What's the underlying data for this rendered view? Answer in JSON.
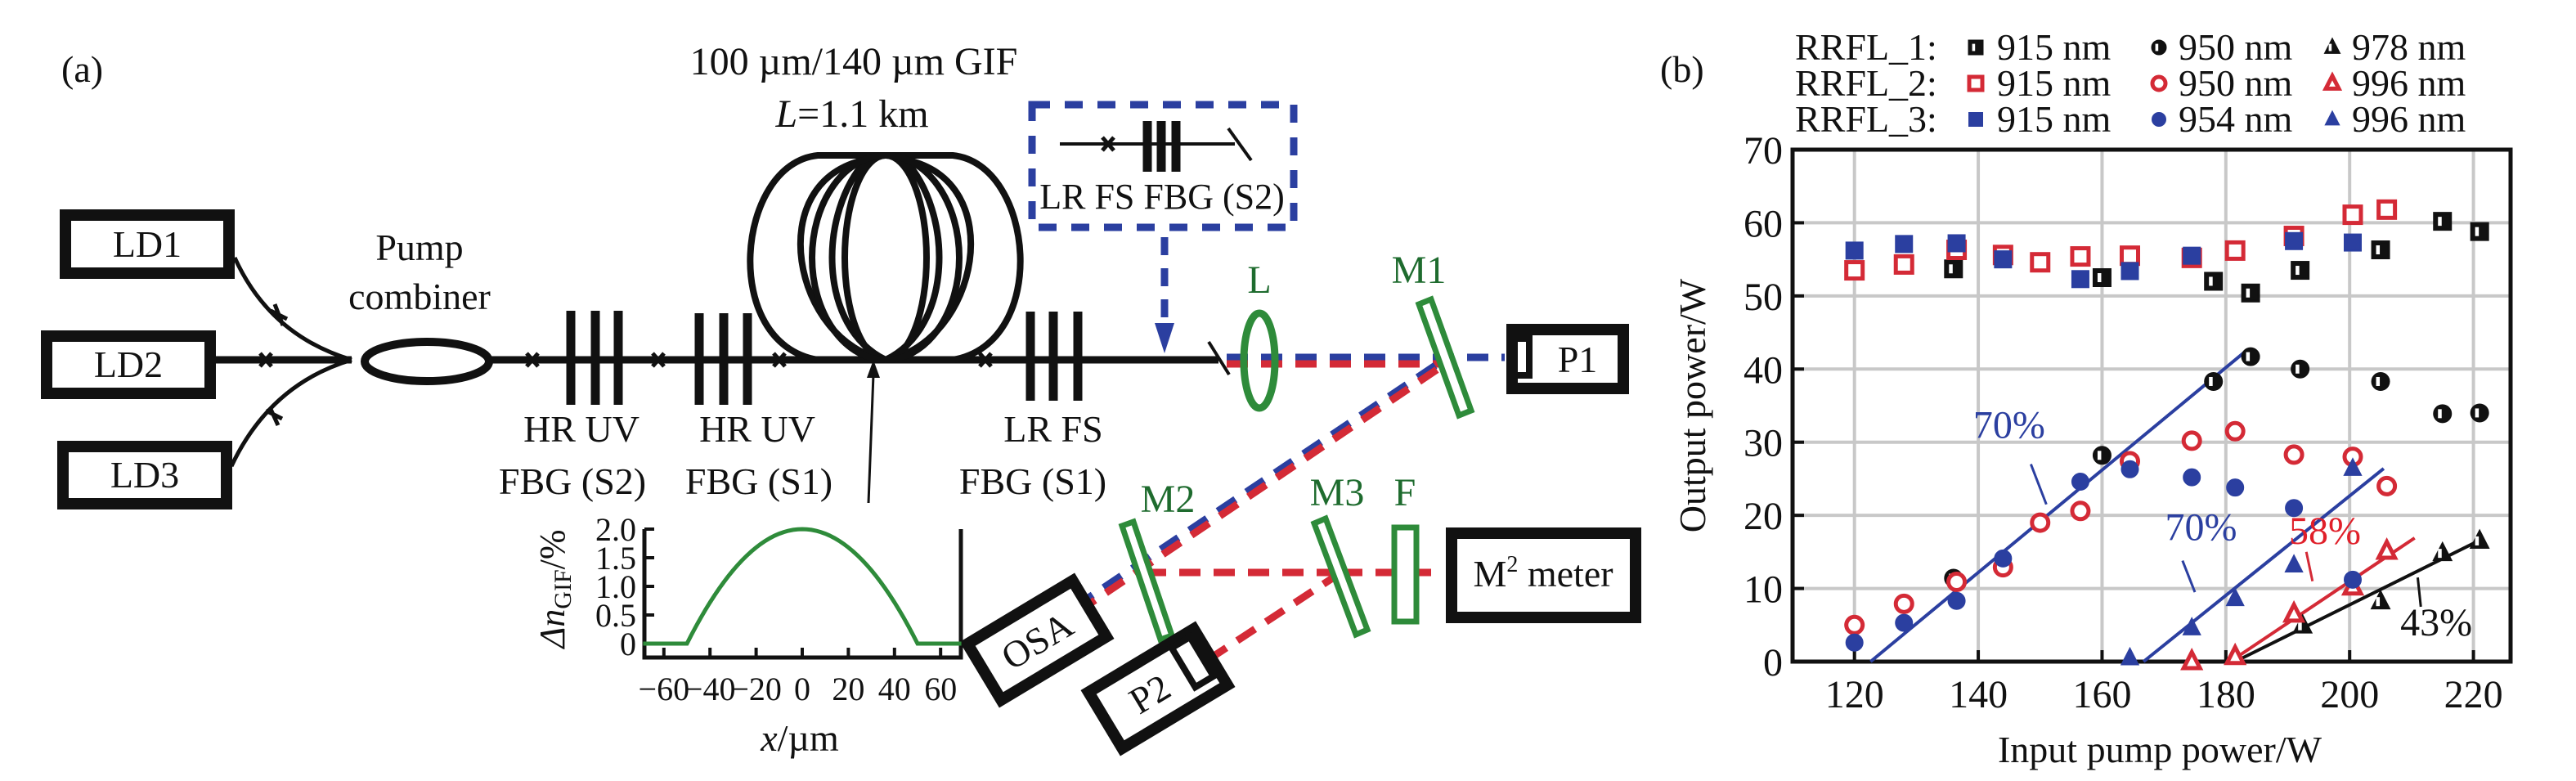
{
  "panel_a": {
    "label": "(a)",
    "fiber_title": "100 µm/140 µm GIF",
    "fiber_length_prefix": "L",
    "fiber_length_value": "=1.1 km",
    "pump_label_line1": "Pump",
    "pump_label_line2": "combiner",
    "laser_diodes": [
      "LD1",
      "LD2",
      "LD3"
    ],
    "gratings": [
      {
        "line1": "HR UV",
        "line2": "FBG (S2)"
      },
      {
        "line1": "HR UV",
        "line2": "FBG (S1)"
      },
      {
        "line1": "LR FS",
        "line2": "FBG (S1)"
      }
    ],
    "inset_box_label": "LR FS FBG (S2)",
    "optics": {
      "lens": "L",
      "m1": "M1",
      "m2": "M2",
      "m3": "M3",
      "filter": "F"
    },
    "instruments": {
      "p1": "P1",
      "p2": "P2",
      "osa": "OSA",
      "m2_meter_main": "M",
      "m2_meter_sup": "2",
      "m2_meter_rest": " meter"
    },
    "inset_profile": {
      "ylabel_main": "Δn",
      "ylabel_sub": "GIF",
      "ylabel_unit": "/%",
      "xlabel_var": "x",
      "xlabel_unit": "/µm",
      "yticks": [
        "0",
        "0.5",
        "1.0",
        "1.5",
        "2.0"
      ],
      "xticks": [
        "−60",
        "−40",
        "−20",
        "0",
        "20",
        "40",
        "60"
      ],
      "core_radius_um": 50,
      "peak_percent": 2.0
    },
    "colors": {
      "optics": "#2e8b3a",
      "beam_blue": "#2b3fa0",
      "beam_red": "#d42a36"
    }
  },
  "chart_data": {
    "type": "scatter",
    "panel_label": "(b)",
    "title": "",
    "xlabel": "Input pump power/W",
    "ylabel": "Output power/W",
    "xlim": [
      110,
      226
    ],
    "ylim": [
      0,
      70
    ],
    "xticks": [
      120,
      140,
      160,
      180,
      200,
      220
    ],
    "yticks": [
      0,
      10,
      20,
      30,
      40,
      50,
      60,
      70
    ],
    "grid": true,
    "legend_position": "top",
    "legend_rows": [
      {
        "label": "RRFL_1:",
        "entries": [
          "915 nm",
          "950 nm",
          "978 nm"
        ]
      },
      {
        "label": "RRFL_2:",
        "entries": [
          "915 nm",
          "950 nm",
          "996 nm"
        ]
      },
      {
        "label": "RRFL_3:",
        "entries": [
          "915 nm",
          "954 nm",
          "996 nm"
        ]
      }
    ],
    "series": [
      {
        "name": "RRFL_1 915 nm",
        "marker": "square-half",
        "color": "#111111",
        "points": [
          [
            136,
            53.7
          ],
          [
            160,
            52.5
          ],
          [
            178,
            52
          ],
          [
            184,
            50.4
          ],
          [
            192,
            53.5
          ],
          [
            205,
            56.3
          ],
          [
            215,
            60.2
          ],
          [
            221,
            58.8
          ]
        ]
      },
      {
        "name": "RRFL_1 950 nm",
        "marker": "circle-half",
        "color": "#111111",
        "points": [
          [
            136,
            11.4
          ],
          [
            160,
            28.2
          ],
          [
            178,
            38.3
          ],
          [
            184,
            41.7
          ],
          [
            192,
            40
          ],
          [
            205,
            38.3
          ],
          [
            215,
            33.9
          ],
          [
            221,
            34
          ]
        ]
      },
      {
        "name": "RRFL_1 978 nm",
        "marker": "triangle-half",
        "color": "#111111",
        "points": [
          [
            192.4,
            4.9
          ],
          [
            205,
            8.2
          ],
          [
            215,
            14.8
          ],
          [
            221,
            16.5
          ]
        ]
      },
      {
        "name": "RRFL_2 915 nm",
        "marker": "square-open",
        "color": "#d42a36",
        "points": [
          [
            120,
            53.5
          ],
          [
            128,
            54.3
          ],
          [
            136.5,
            56.3
          ],
          [
            144,
            55.6
          ],
          [
            150,
            54.6
          ],
          [
            156.5,
            55.4
          ],
          [
            164.5,
            55.5
          ],
          [
            174.5,
            55.2
          ],
          [
            181.5,
            56.2
          ],
          [
            191,
            58.2
          ],
          [
            200.5,
            61.1
          ],
          [
            206,
            61.8
          ]
        ]
      },
      {
        "name": "RRFL_2 950 nm",
        "marker": "circle-open",
        "color": "#d42a36",
        "points": [
          [
            120,
            5
          ],
          [
            128,
            7.9
          ],
          [
            136.5,
            10.9
          ],
          [
            144,
            12.9
          ],
          [
            150,
            19
          ],
          [
            156.5,
            20.6
          ],
          [
            164.5,
            27.4
          ],
          [
            174.5,
            30.2
          ],
          [
            181.5,
            31.5
          ],
          [
            191,
            28.3
          ],
          [
            200.5,
            28
          ],
          [
            206,
            24
          ]
        ]
      },
      {
        "name": "RRFL_2 996 nm",
        "marker": "triangle-open",
        "color": "#d42a36",
        "points": [
          [
            174.5,
            0
          ],
          [
            181.5,
            0.7
          ],
          [
            191,
            6.5
          ],
          [
            200.5,
            10.2
          ],
          [
            206,
            15.1
          ]
        ]
      },
      {
        "name": "RRFL_3 915 nm",
        "marker": "square-filled",
        "color": "#2b3fa0",
        "points": [
          [
            120,
            56.2
          ],
          [
            128,
            57.1
          ],
          [
            136.5,
            57.2
          ],
          [
            144,
            55
          ],
          [
            156.5,
            52.3
          ],
          [
            164.5,
            53.4
          ],
          [
            174.5,
            55.5
          ],
          [
            191,
            57.5
          ],
          [
            200.5,
            57.3
          ]
        ]
      },
      {
        "name": "RRFL_3 954 nm",
        "marker": "circle-filled",
        "color": "#2b3fa0",
        "points": [
          [
            120,
            2.6
          ],
          [
            128,
            5.3
          ],
          [
            136.5,
            8.3
          ],
          [
            144,
            14.1
          ],
          [
            156.5,
            24.6
          ],
          [
            164.5,
            26.3
          ],
          [
            174.5,
            25.2
          ],
          [
            181.5,
            23.8
          ],
          [
            191,
            21
          ],
          [
            200.5,
            11.2
          ]
        ]
      },
      {
        "name": "RRFL_3 996 nm",
        "marker": "triangle-filled",
        "color": "#2b3fa0",
        "points": [
          [
            164.5,
            0.5
          ],
          [
            174.5,
            4.6
          ],
          [
            181.5,
            8.6
          ],
          [
            191,
            13.2
          ],
          [
            200.5,
            26.4
          ]
        ]
      }
    ],
    "fit_lines": [
      {
        "label": "70%",
        "color": "#2b3fa0",
        "from": [
          122.6,
          0
        ],
        "to": [
          183,
          42.3
        ],
        "label_at": [
          145,
          32.5
        ],
        "leader_from": [
          148.5,
          27
        ],
        "leader_to": [
          151,
          21.5
        ]
      },
      {
        "label": "70%",
        "color": "#2b3fa0",
        "from": [
          166.7,
          0
        ],
        "to": [
          205.5,
          26.4
        ],
        "label_at": [
          176,
          18.5
        ],
        "leader_from": [
          173,
          13.8
        ],
        "leader_to": [
          175,
          9.5
        ]
      },
      {
        "label": "58%",
        "color": "#d42a36",
        "color_text": "#e0202a",
        "from": [
          180.7,
          0
        ],
        "to": [
          210.5,
          16.9
        ],
        "label_at": [
          196,
          18
        ],
        "leader_from": [
          193,
          15
        ],
        "leader_to": [
          194,
          11
        ]
      },
      {
        "label": "43%",
        "color": "#111111",
        "from": [
          181.5,
          0
        ],
        "to": [
          220.8,
          16.5
        ],
        "label_at": [
          214,
          5.5
        ],
        "leader_from": [
          211.5,
          7.5
        ],
        "leader_to": [
          211,
          11.5
        ]
      }
    ]
  }
}
